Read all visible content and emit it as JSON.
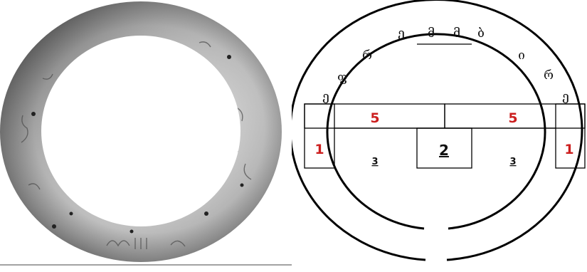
{
  "photo": {
    "subject": "silver ring artifact",
    "colors": {
      "metal_dark": "#3a3a3a",
      "metal_mid": "#8e8e8e",
      "metal_light": "#d9d9d9",
      "baseline": "#6a6a6a"
    }
  },
  "diagram": {
    "top_glyphs": [
      "ე",
      "მ",
      "მ",
      "ბ"
    ],
    "left_glyphs": [
      "რ",
      "ფ",
      "ე"
    ],
    "right_glyphs": [
      "ი",
      "რ",
      "ე"
    ],
    "cells": {
      "upper_left": "5",
      "upper_right": "5",
      "side_left": "1",
      "side_right": "1",
      "center": "2",
      "lower_left": "3",
      "lower_right": "3"
    },
    "colors": {
      "line": "#000000",
      "highlight": "#cc1f1f",
      "text": "#111111"
    }
  }
}
